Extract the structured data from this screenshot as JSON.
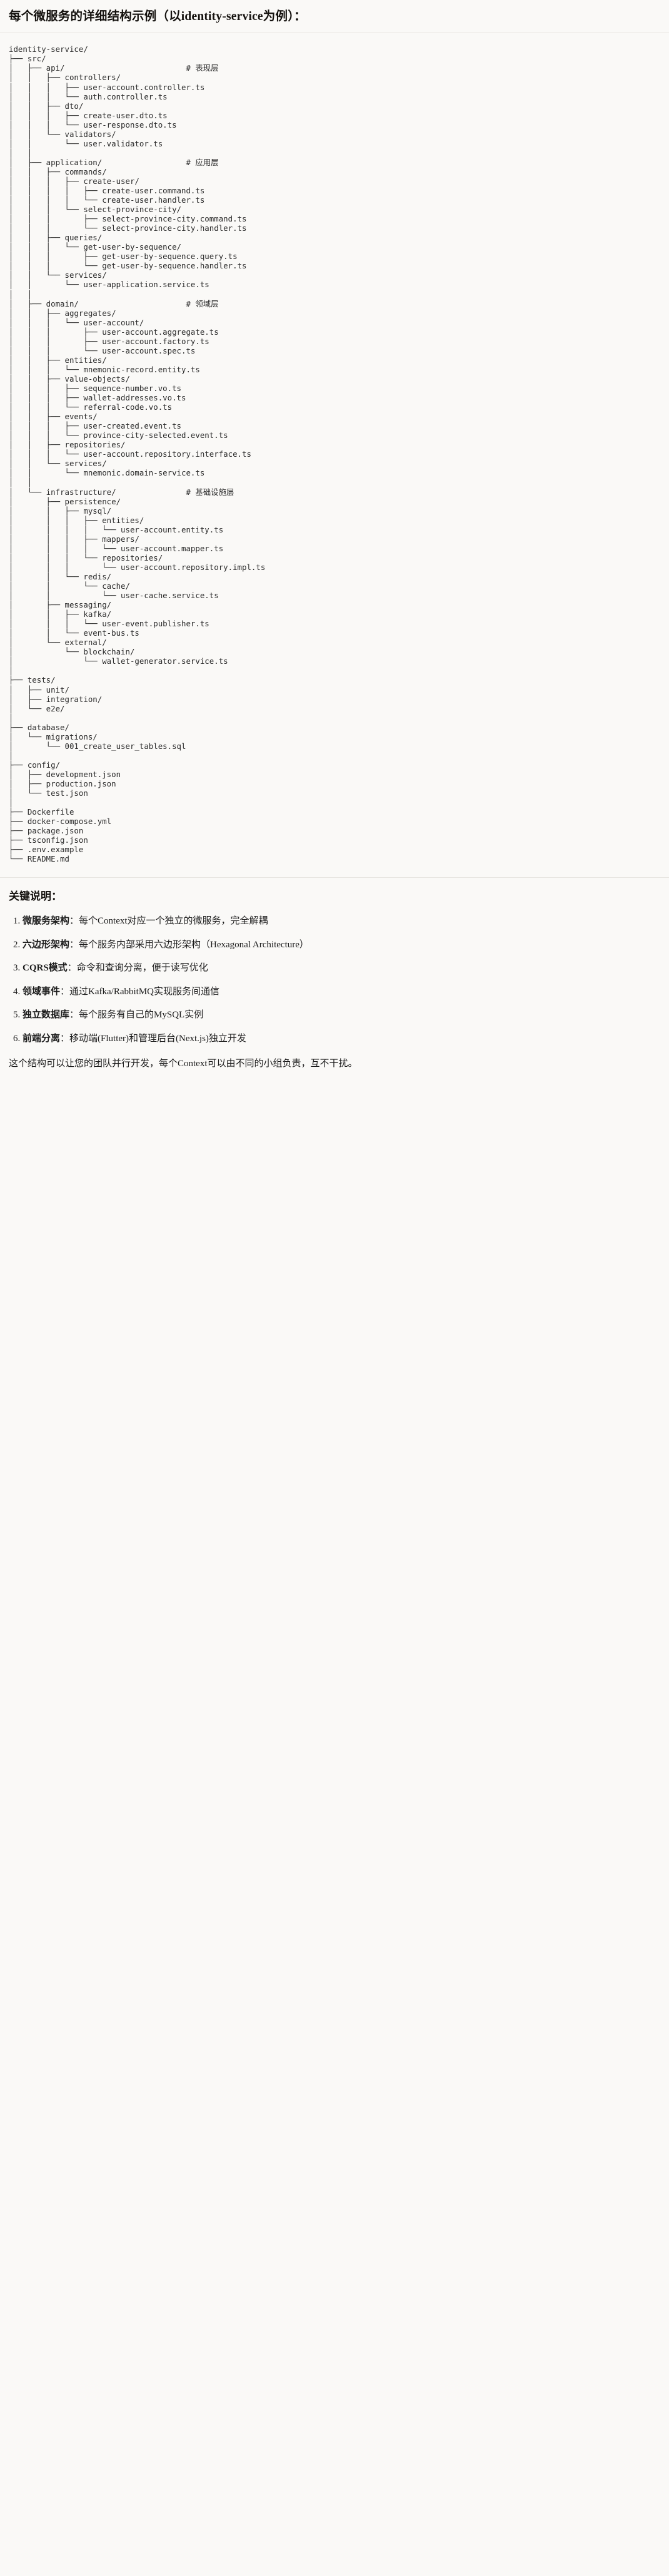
{
  "title": "每个微服务的详细结构示例（以identity-service为例）：",
  "tree": {
    "root": "identity-service/",
    "text": "identity-service/\n├── src/\n│   ├── api/                          # 表现层\n│   │   ├── controllers/\n│   │   │   ├── user-account.controller.ts\n│   │   │   └── auth.controller.ts\n│   │   ├── dto/\n│   │   │   ├── create-user.dto.ts\n│   │   │   └── user-response.dto.ts\n│   │   └── validators/\n│   │       └── user.validator.ts\n│   │\n│   ├── application/                  # 应用层\n│   │   ├── commands/\n│   │   │   ├── create-user/\n│   │   │   │   ├── create-user.command.ts\n│   │   │   │   └── create-user.handler.ts\n│   │   │   └── select-province-city/\n│   │   │       ├── select-province-city.command.ts\n│   │   │       └── select-province-city.handler.ts\n│   │   ├── queries/\n│   │   │   └── get-user-by-sequence/\n│   │   │       ├── get-user-by-sequence.query.ts\n│   │   │       └── get-user-by-sequence.handler.ts\n│   │   └── services/\n│   │       └── user-application.service.ts\n│   │\n│   ├── domain/                       # 领域层\n│   │   ├── aggregates/\n│   │   │   └── user-account/\n│   │   │       ├── user-account.aggregate.ts\n│   │   │       ├── user-account.factory.ts\n│   │   │       └── user-account.spec.ts\n│   │   ├── entities/\n│   │   │   └── mnemonic-record.entity.ts\n│   │   ├── value-objects/\n│   │   │   ├── sequence-number.vo.ts\n│   │   │   ├── wallet-addresses.vo.ts\n│   │   │   └── referral-code.vo.ts\n│   │   ├── events/\n│   │   │   ├── user-created.event.ts\n│   │   │   └── province-city-selected.event.ts\n│   │   ├── repositories/\n│   │   │   └── user-account.repository.interface.ts\n│   │   └── services/\n│   │       └── mnemonic.domain-service.ts\n│   │\n│   └── infrastructure/               # 基础设施层\n│       ├── persistence/\n│       │   ├── mysql/\n│       │   │   ├── entities/\n│       │   │   │   └── user-account.entity.ts\n│       │   │   ├── mappers/\n│       │   │   │   └── user-account.mapper.ts\n│       │   │   └── repositories/\n│       │   │       └── user-account.repository.impl.ts\n│       │   └── redis/\n│       │       └── cache/\n│       │           └── user-cache.service.ts\n│       ├── messaging/\n│       │   ├── kafka/\n│       │   │   └── user-event.publisher.ts\n│       │   └── event-bus.ts\n│       └── external/\n│           └── blockchain/\n│               └── wallet-generator.service.ts\n│\n├── tests/\n│   ├── unit/\n│   ├── integration/\n│   └── e2e/\n│\n├── database/\n│   └── migrations/\n│       └── 001_create_user_tables.sql\n│\n├── config/\n│   ├── development.json\n│   ├── production.json\n│   └── test.json\n│\n├── Dockerfile\n├── docker-compose.yml\n├── package.json\n├── tsconfig.json\n├── .env.example\n└── README.md",
    "comments": [
      "# 表现层",
      "# 应用层",
      "# 领域层",
      "# 基础设施层"
    ]
  },
  "notes": {
    "heading": "关键说明：",
    "items": [
      {
        "label": "微服务架构",
        "sep": "：",
        "text": "每个Context对应一个独立的微服务，完全解耦"
      },
      {
        "label": "六边形架构",
        "sep": "：",
        "text": "每个服务内部采用六边形架构（Hexagonal Architecture）"
      },
      {
        "label": "CQRS模式",
        "sep": "：",
        "text": "命令和查询分离，便于读写优化"
      },
      {
        "label": "领域事件",
        "sep": "：",
        "text": "通过Kafka/RabbitMQ实现服务间通信"
      },
      {
        "label": "独立数据库",
        "sep": "：",
        "text": "每个服务有自己的MySQL实例"
      },
      {
        "label": "前端分离",
        "sep": "：",
        "text": "移动端(Flutter)和管理后台(Next.js)独立开发"
      }
    ],
    "closing": "这个结构可以让您的团队并行开发，每个Context可以由不同的小组负责，互不干扰。"
  }
}
